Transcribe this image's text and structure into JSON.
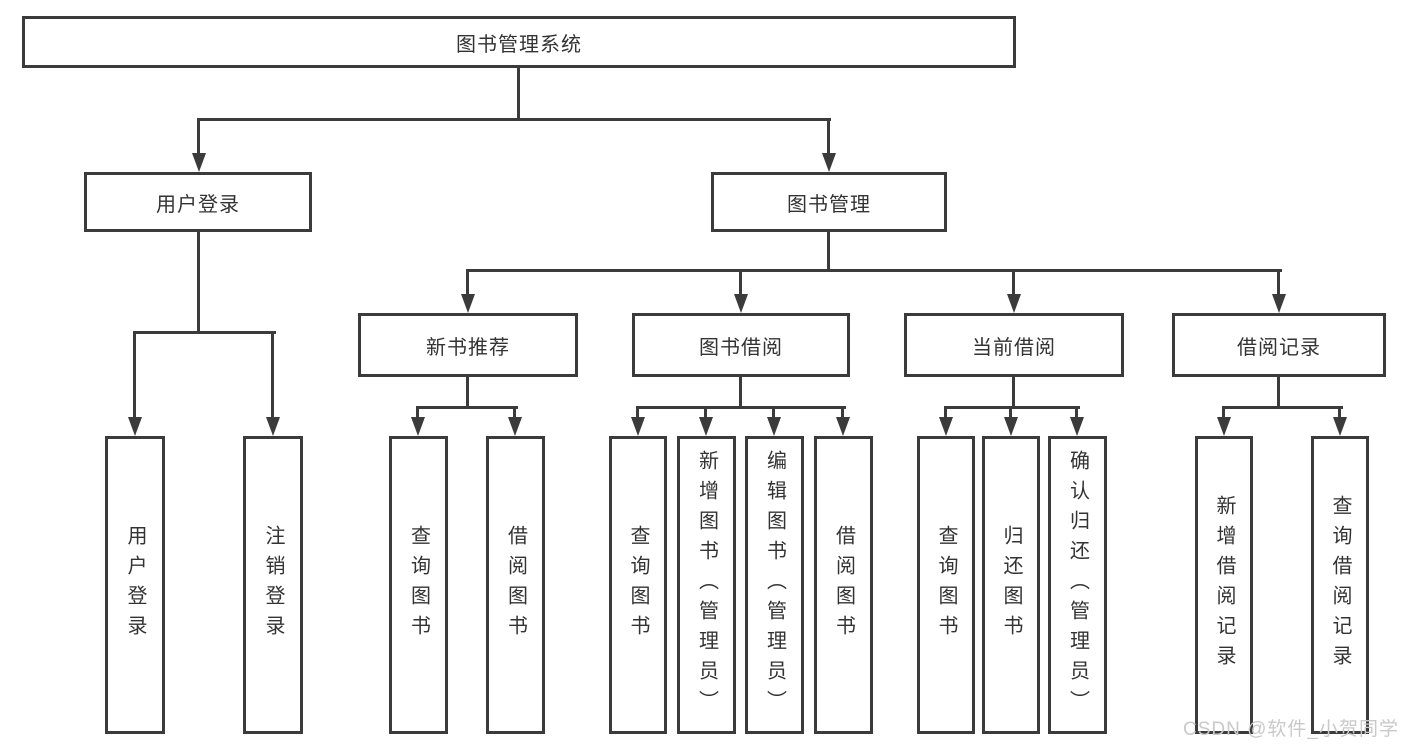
{
  "diagram_type": "hierarchy-tree",
  "tree": {
    "label": "图书管理系统",
    "children": [
      {
        "label": "用户登录",
        "children": [
          {
            "label": "用户登录"
          },
          {
            "label": "注销登录"
          }
        ]
      },
      {
        "label": "图书管理",
        "children": [
          {
            "label": "新书推荐",
            "children": [
              {
                "label": "查询图书"
              },
              {
                "label": "借阅图书"
              }
            ]
          },
          {
            "label": "图书借阅",
            "children": [
              {
                "label": "查询图书"
              },
              {
                "label": "新增图书（管理员）"
              },
              {
                "label": "编辑图书（管理员）"
              },
              {
                "label": "借阅图书"
              }
            ]
          },
          {
            "label": "当前借阅",
            "children": [
              {
                "label": "查询图书"
              },
              {
                "label": "归还图书"
              },
              {
                "label": "确认归还（管理员）"
              }
            ]
          },
          {
            "label": "借阅记录",
            "children": [
              {
                "label": "新增借阅记录"
              },
              {
                "label": "查询借阅记录"
              }
            ]
          }
        ]
      }
    ]
  },
  "watermark": {
    "text": "CSDN @软件_小贺同学"
  },
  "colors": {
    "line": "#3b3b3b",
    "box_border": "#3b3b3b",
    "text": "#333333",
    "watermark": "#c9c9c9",
    "background": "#ffffff"
  }
}
